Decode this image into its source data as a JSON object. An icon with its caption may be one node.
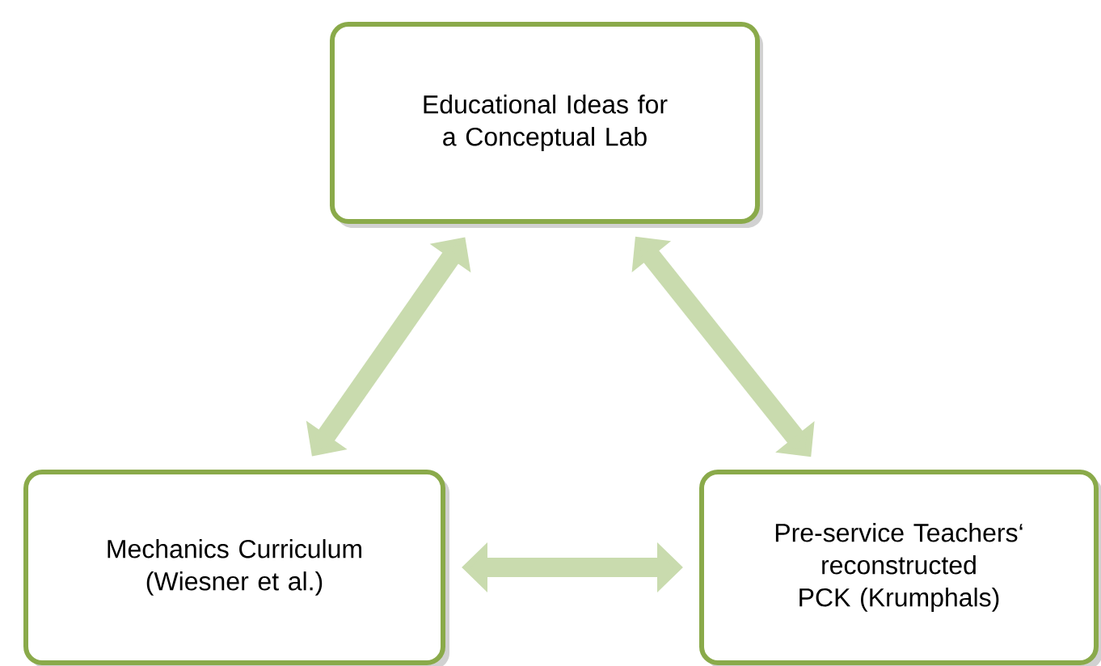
{
  "diagram": {
    "nodes": [
      {
        "text": [
          "Educational Ideas for a Conceptual Lab"
        ]
      },
      {
        "text": [
          "Mechanics Curriculum (Wiesner et al.)"
        ]
      },
      {
        "text": [
          "Pre-service Teachers‘ reconstructed PCK (Krumphals)"
        ]
      }
    ],
    "edges": [
      {
        "from": 1,
        "to": 0,
        "arrow": "both"
      },
      {
        "from": 0,
        "to": 2,
        "arrow": "both"
      },
      {
        "from": 1,
        "to": 2,
        "arrow": "both"
      }
    ]
  }
}
